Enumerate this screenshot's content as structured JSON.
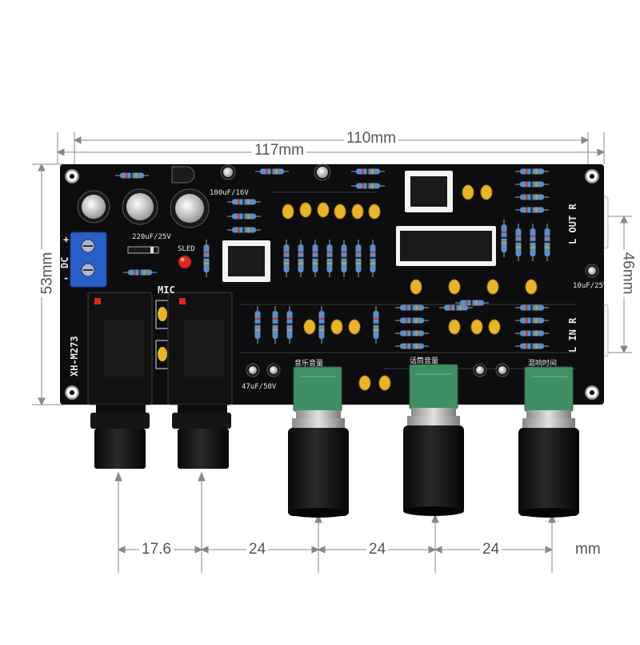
{
  "dimensions": {
    "top_outer": "117mm",
    "top_inner": "110mm",
    "left_height": "53mm",
    "right_height": "46mm",
    "bottom_spacings": [
      "17.6",
      "24",
      "24",
      "24"
    ],
    "unit": "mm"
  },
  "board": {
    "model": "XH-M273",
    "mic_label": "MIC",
    "led_label": "SLED",
    "dc_label": "DC",
    "plus": "+",
    "minus": "-",
    "cap_labels": [
      "100uF/16V",
      "220uF/25V",
      "10uF/25V",
      "47uF/50V"
    ],
    "out_label": "L OUT R",
    "in_label": "L IN R",
    "pot_labels": [
      "音乐音量",
      "话筒音量",
      "混响时间"
    ]
  },
  "colors": {
    "pcb": "#0d0d0f",
    "silkscreen": "#e8e8e8",
    "terminal_blue": "#2a5fc9",
    "pot_green": "#3f8f62",
    "cap_yellow": "#e8b52a",
    "resistor_blue": "#5c8fc9",
    "led_red": "#d82a1e"
  }
}
